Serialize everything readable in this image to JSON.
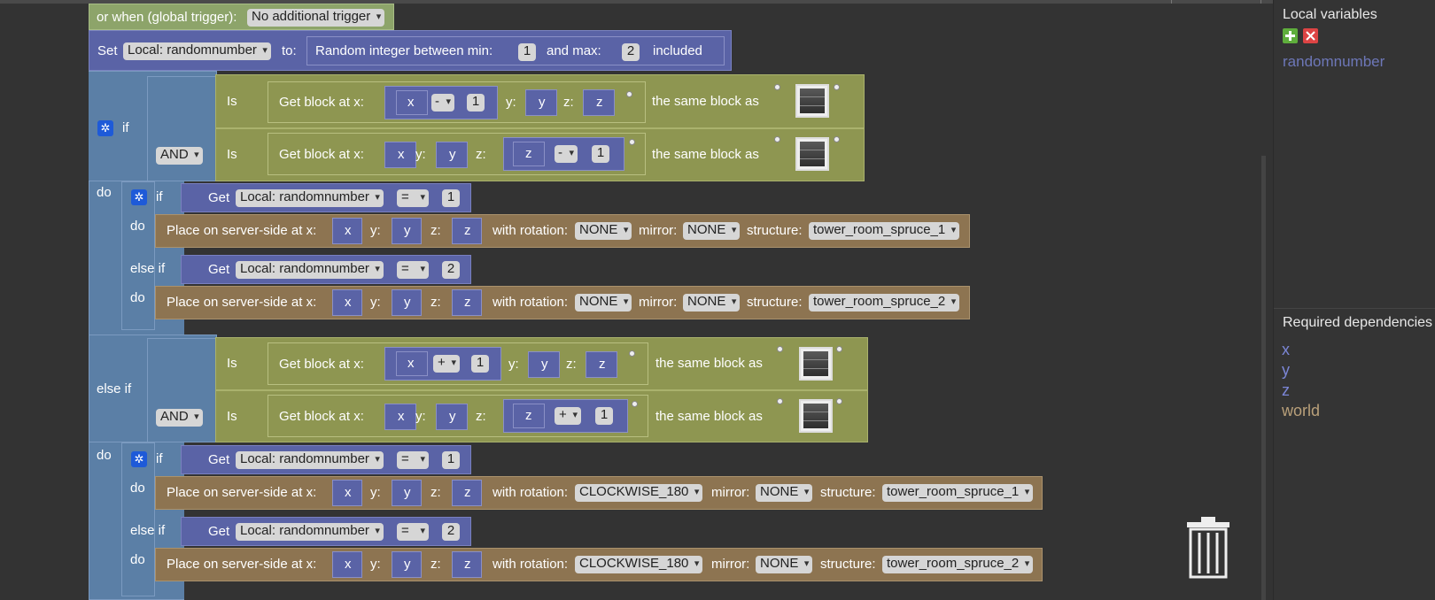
{
  "sidebar": {
    "local_variables_title": "Local variables",
    "variables": [
      "randomnumber"
    ],
    "required_dependencies_title": "Required dependencies",
    "dependencies": [
      "x",
      "y",
      "z",
      "world"
    ],
    "colors": {
      "dep_xyz": "#7b86d6",
      "dep_world": "#b9a07a",
      "var": "#6d77b8"
    }
  },
  "event": {
    "label": "or when (global trigger):",
    "trigger": "No additional trigger"
  },
  "set": {
    "label": "Set",
    "var": "Local: randomnumber",
    "to": "to:",
    "random_label": "Random integer between min:",
    "min": "1",
    "and_max": "and max:",
    "max": "2",
    "included": "included"
  },
  "labels": {
    "if": "if",
    "do": "do",
    "else_if": "else if",
    "and": "AND",
    "is": "Is",
    "get_block": "Get block at x:",
    "y": "y:",
    "z": "z:",
    "same_block": "the same block as",
    "get": "Get",
    "local_var": "Local: randomnumber",
    "eq": "=",
    "place": "Place on server-side at x:",
    "with_rotation": "with rotation:",
    "mirror": "mirror:",
    "structure": "structure:",
    "x": "x",
    "yv": "y",
    "zv": "z",
    "minus": "-",
    "plus": "+",
    "one": "1",
    "two": "2"
  },
  "rotations": {
    "first": "NONE",
    "second": "CLOCKWISE_180"
  },
  "mirror": "NONE",
  "structures": {
    "s1": "tower_room_spruce_1",
    "s2": "tower_room_spruce_2"
  }
}
